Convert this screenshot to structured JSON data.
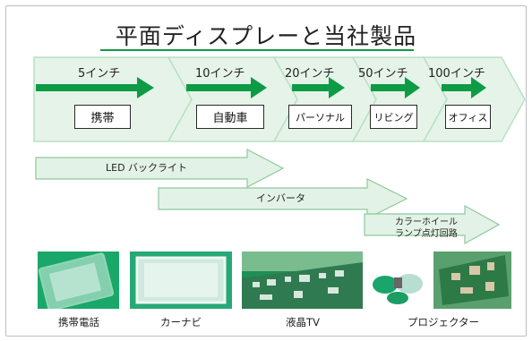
{
  "title": "平面ディスプレーと当社製品",
  "stages": [
    {
      "size": "5インチ",
      "application": "携帯"
    },
    {
      "size": "10インチ",
      "application": "自動車"
    },
    {
      "size": "20インチ",
      "application": "パーソナル"
    },
    {
      "size": "50インチ",
      "application": "リビング"
    },
    {
      "size": "100インチ",
      "application": "オフィス"
    }
  ],
  "products": [
    {
      "label": "LED バックライト"
    },
    {
      "label": "インバータ"
    },
    {
      "label": "カラーホイール\nランプ点灯回路"
    }
  ],
  "photos": [
    {
      "caption": "携帯電話"
    },
    {
      "caption": "カーナビ"
    },
    {
      "caption": "液晶TV"
    },
    {
      "caption": "プロジェクター"
    }
  ],
  "colors": {
    "accent": "#0e9b46",
    "chevron_fill": "#e5f3e8",
    "chevron_edge": "#b9e0c4",
    "arrow_fill": "#e3f2e6"
  }
}
